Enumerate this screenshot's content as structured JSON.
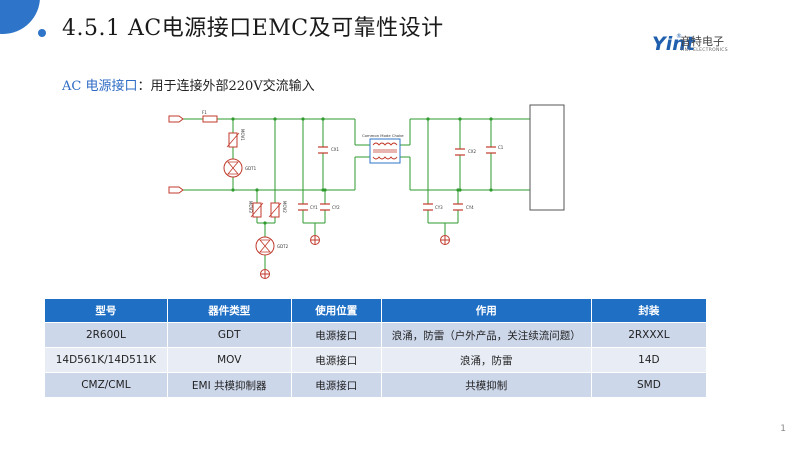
{
  "slide": {
    "title": "4.5.1 AC电源接口EMC及可靠性设计",
    "page_number": "1",
    "accent_color": "#2e75c9"
  },
  "logo": {
    "mark_text": "Yint",
    "registered": "®",
    "cn_text": "音特电子",
    "en_text": "YINT ELECTRONICS"
  },
  "subtitle": {
    "highlight": "AC 电源接口",
    "rest": "：用于连接外部220V交流输入"
  },
  "schematic": {
    "wire_color": "#2e9b2e",
    "labels": {
      "f1": "F1",
      "mov1": "MOV1",
      "gdt1": "GDT1",
      "mov3": "MOV3",
      "mov2": "MOV2",
      "gdt2": "GDT2",
      "cx1": "CX1",
      "cy1": "CY1",
      "cy2": "CY2",
      "choke": "Common Mode Choke",
      "cx2": "CX2",
      "c1": "C1",
      "cy3": "CY3",
      "cy4": "CY4"
    }
  },
  "table": {
    "headers": [
      "型号",
      "器件类型",
      "使用位置",
      "作用",
      "封装"
    ],
    "rows": [
      [
        "2R600L",
        "GDT",
        "电源接口",
        "浪涌，防雷（户外产品，关注续流问题）",
        "2RXXXL"
      ],
      [
        "14D561K/14D511K",
        "MOV",
        "电源接口",
        "浪涌，防雷",
        "14D"
      ],
      [
        "CMZ/CML",
        "EMI 共模抑制器",
        "电源接口",
        "共模抑制",
        "SMD"
      ]
    ]
  }
}
